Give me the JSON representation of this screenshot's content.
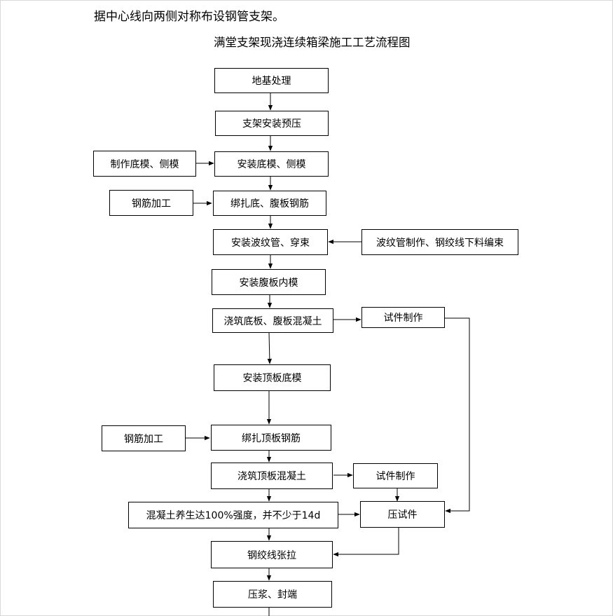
{
  "intro_text": "据中心线向两侧对称布设钢管支架。",
  "title": "满堂支架现浇连续箱梁施工工艺流程图",
  "steps": {
    "s1": "地基处理",
    "s2": "支架安装预压",
    "s3": "安装底模、侧模",
    "s3_side": "制作底模、侧模",
    "s4": "绑扎底、腹板钢筋",
    "s4_side": "钢筋加工",
    "s5": "安装波纹管、穿束",
    "s5_side": "波纹管制作、钢绞线下料编束",
    "s6": "安装腹板内模",
    "s7": "浇筑底板、腹板混凝土",
    "s7_side": "试件制作",
    "s8": "安装顶板底模",
    "s9": "绑扎顶板钢筋",
    "s9_side": "钢筋加工",
    "s10": "浇筑顶板混凝土",
    "s10_side": "试件制作",
    "s11": "混凝土养生达100%强度，并不少于14d",
    "s11_side": "压试件",
    "s12": "钢绞线张拉",
    "s13": "压浆、封端"
  }
}
